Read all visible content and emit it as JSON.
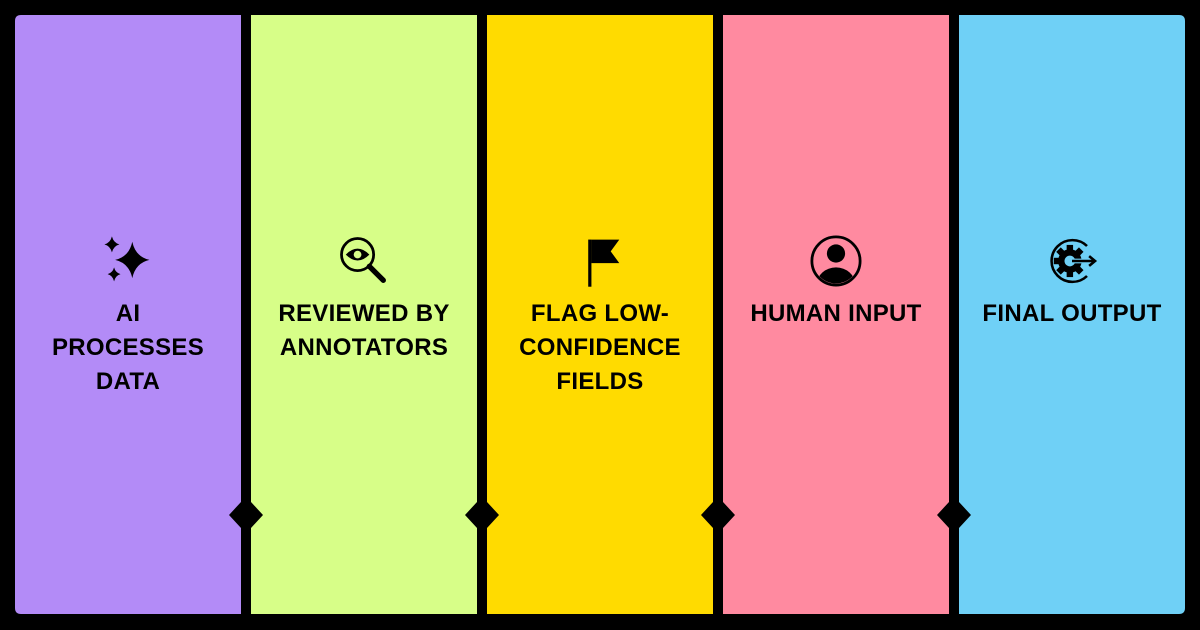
{
  "diagram": {
    "type": "process-flow",
    "background": "#000000",
    "steps": [
      {
        "label": "AI PROCESSES DATA",
        "lines": [
          "AI",
          "PROCESSES",
          "DATA"
        ],
        "icon": "sparkles-icon",
        "color": "#B38BF7"
      },
      {
        "label": "REVIEWED BY ANNOTATORS",
        "lines": [
          "REVIEWED BY",
          "ANNOTATORS"
        ],
        "icon": "magnifier-eye-icon",
        "color": "#D7FE88"
      },
      {
        "label": "FLAG LOW-CONFIDENCE FIELDS",
        "lines": [
          "FLAG LOW-",
          "CONFIDENCE",
          "FIELDS"
        ],
        "icon": "flag-icon",
        "color": "#FFDB00"
      },
      {
        "label": "HUMAN INPUT",
        "lines": [
          "HUMAN INPUT"
        ],
        "icon": "user-circle-icon",
        "color": "#FF8AA0"
      },
      {
        "label": "FINAL OUTPUT",
        "lines": [
          "FINAL OUTPUT"
        ],
        "icon": "gear-export-icon",
        "color": "#6FD0F6"
      }
    ]
  }
}
